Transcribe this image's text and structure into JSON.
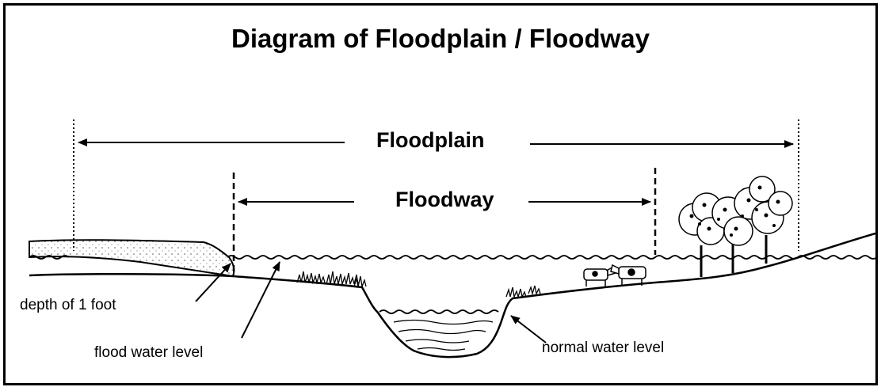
{
  "diagram": {
    "title": "Diagram of Floodplain / Floodway",
    "labels": {
      "floodplain": "Floodplain",
      "floodway": "Floodway",
      "depth": "depth of 1 foot",
      "flood_water_level": "flood water level",
      "normal_water_level": "normal water level"
    }
  }
}
